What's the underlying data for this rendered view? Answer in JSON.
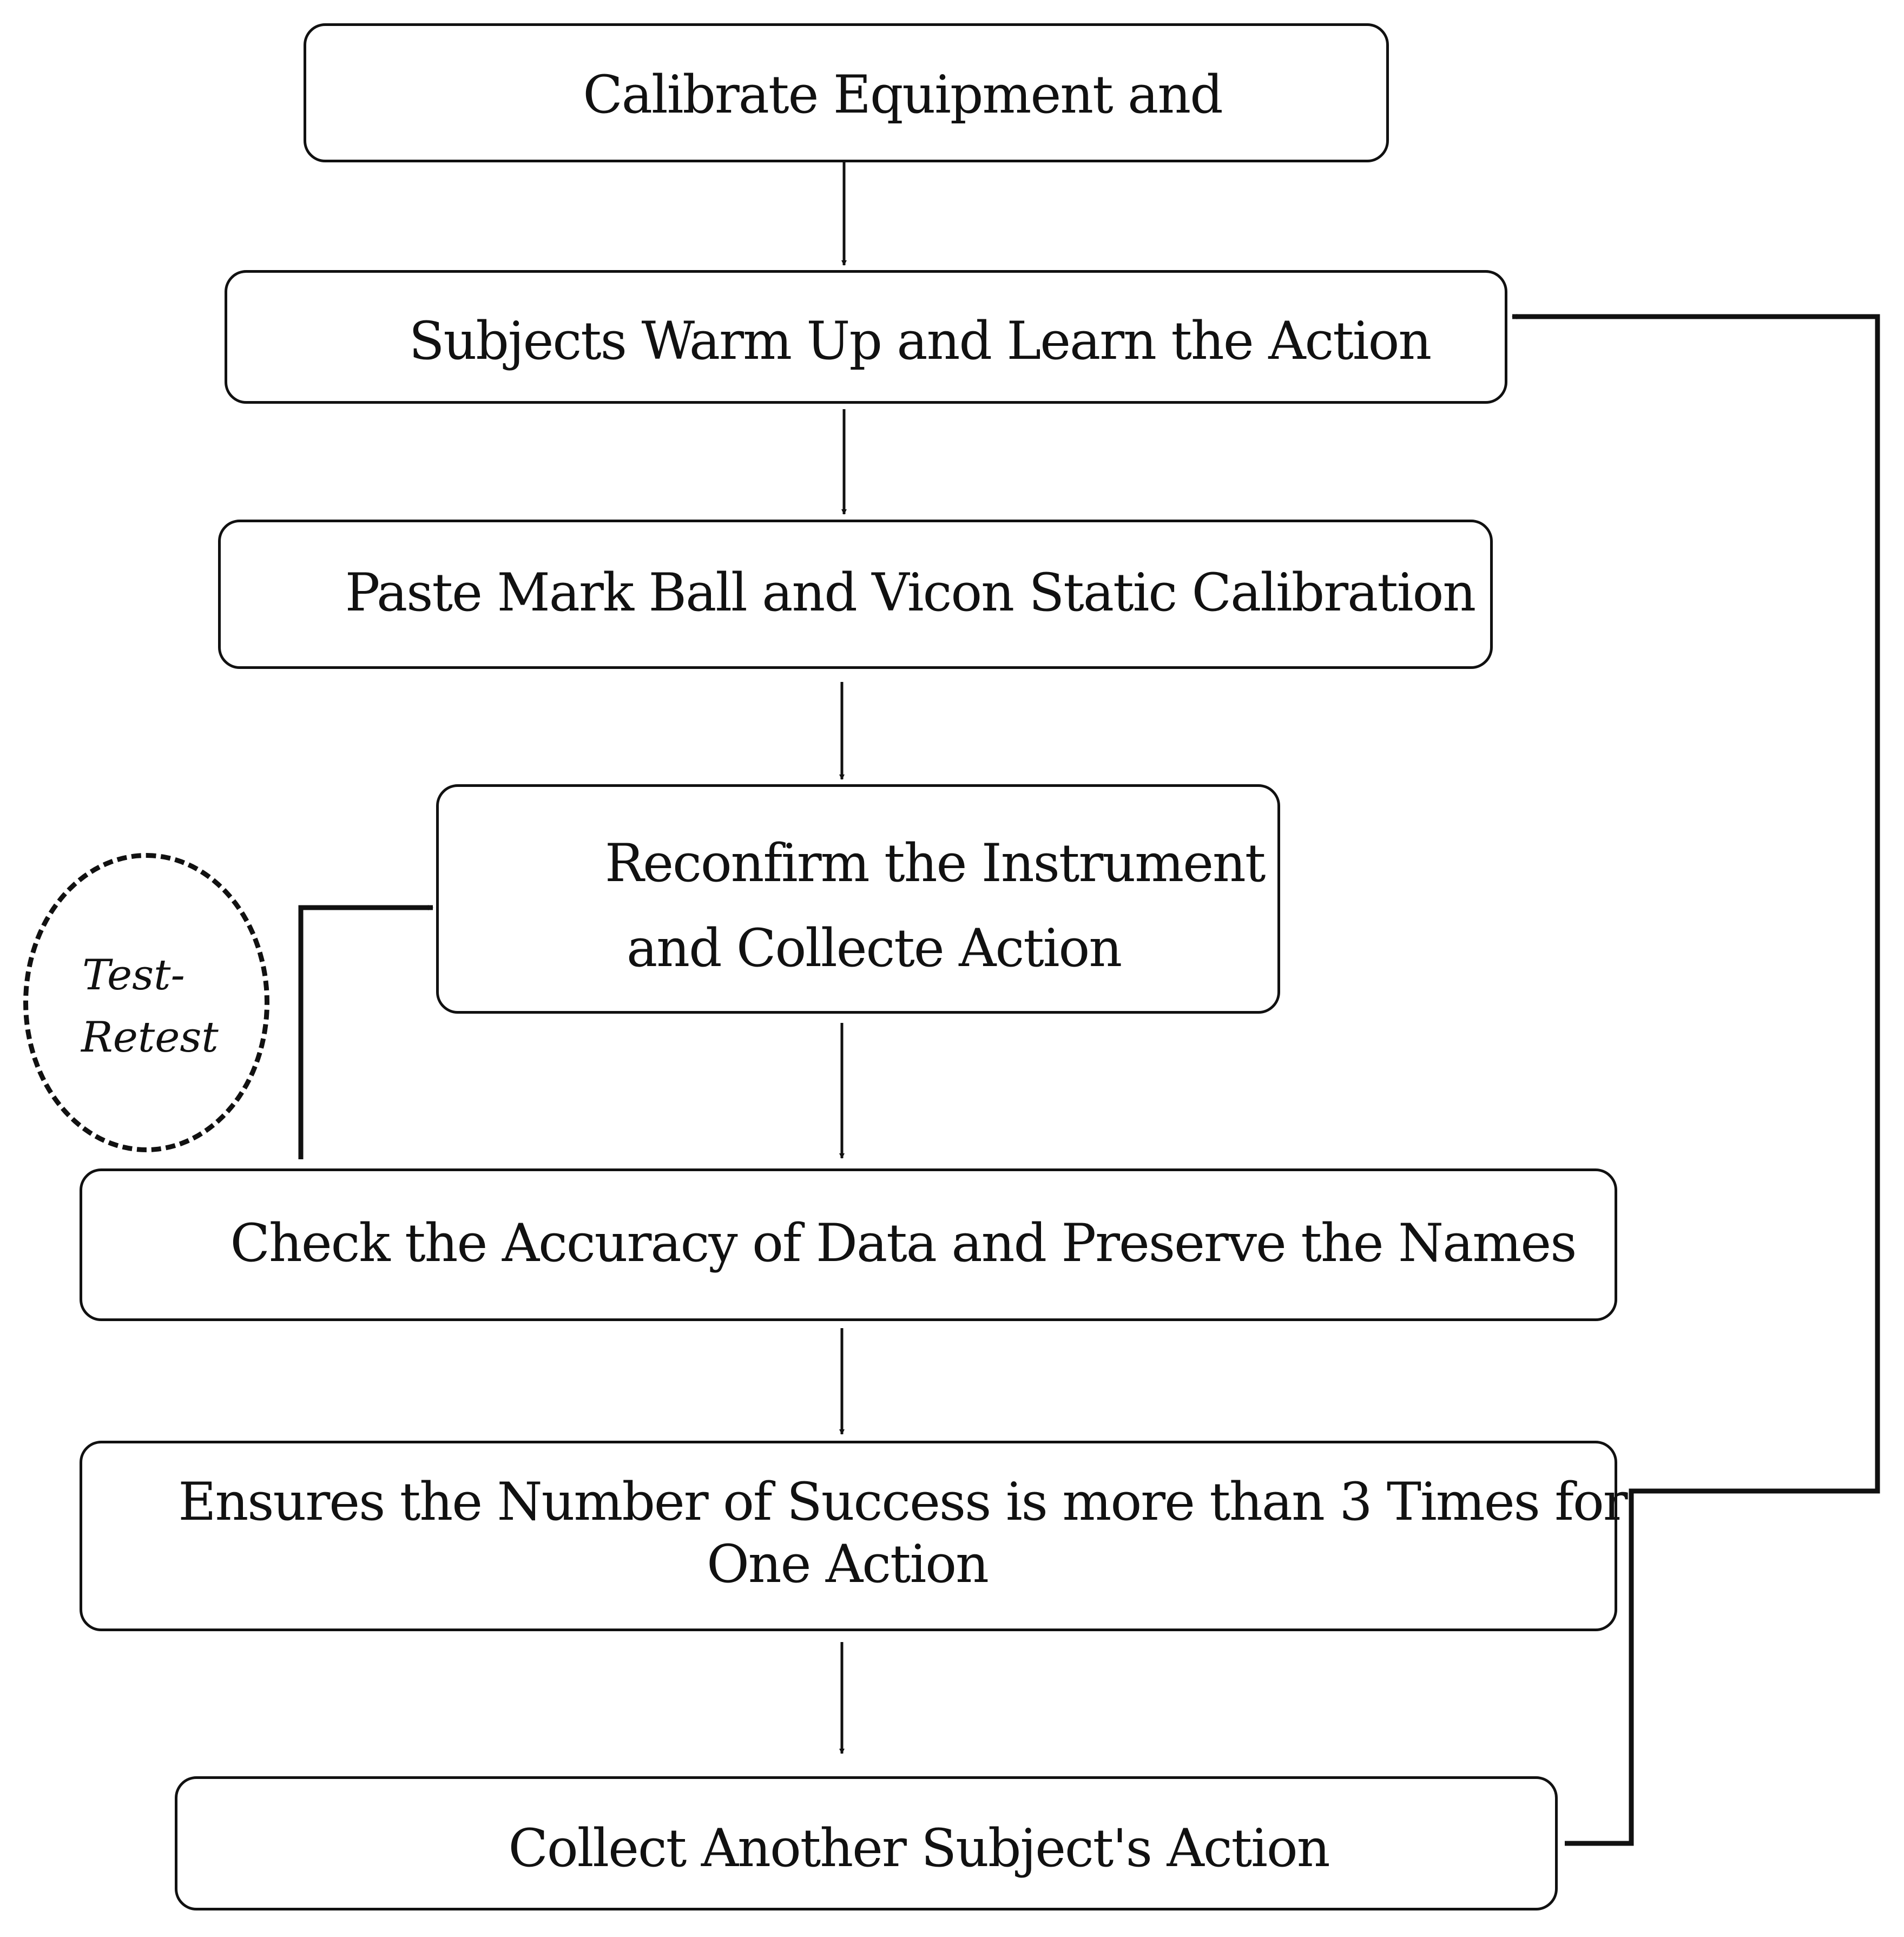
{
  "steps": [
    {
      "id": "calibrate",
      "lines": [
        "Calibrate Equipment and"
      ]
    },
    {
      "id": "warmup",
      "lines": [
        "Subjects Warm Up and Learn the Action"
      ]
    },
    {
      "id": "paste",
      "lines": [
        "Paste Mark Ball and Vicon Static Calibration"
      ]
    },
    {
      "id": "reconfirm",
      "lines": [
        "Reconfirm the Instrument",
        "and Collecte Action"
      ]
    },
    {
      "id": "check",
      "lines": [
        "Check the Accuracy of Data and Preserve the Names"
      ]
    },
    {
      "id": "ensure",
      "lines": [
        "Ensures the Number of Success is more than 3 Times for",
        "One Action"
      ]
    },
    {
      "id": "collect",
      "lines": [
        "Collect Another Subject's Action"
      ]
    }
  ],
  "loop_label": {
    "lines": [
      "Test-",
      "Retest"
    ]
  },
  "colors": {
    "stroke": "#111111",
    "background": "#ffffff"
  }
}
